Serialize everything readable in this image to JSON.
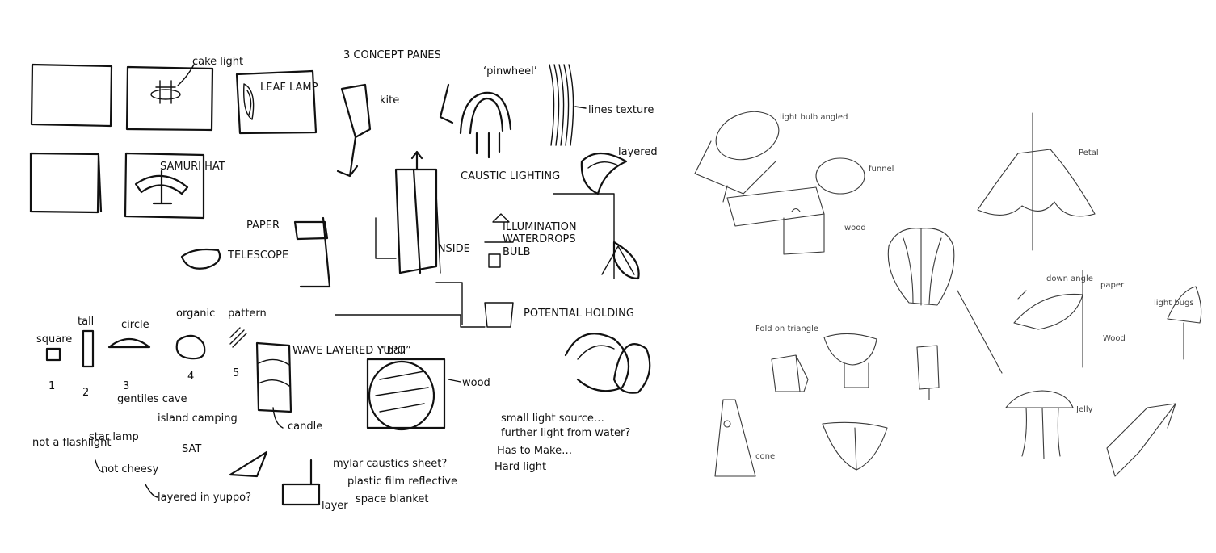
{
  "left_sheet": {
    "labels": {
      "concept_panes": "3 CONCEPT PANES",
      "cake_light": "cake light",
      "leaf_lamp": "LEAF LAMP",
      "samuri_hat": "SAMURI HAT",
      "kite": "kite",
      "pinwheel": "‘pinwheel’",
      "lines_texture": "lines texture",
      "caustic_lighting": "CAUSTIC LIGHTING",
      "layered": "layered",
      "paper": "PAPER",
      "telescope": "TELESCOPE",
      "illumination": "ILLUMINATION",
      "waterdrops": "WATERDROPS",
      "bulb": "BULB",
      "inside": "INSIDE",
      "potential_holding": "POTENTIAL HOLDING",
      "square": "square",
      "tall": "tall",
      "circle": "circle",
      "organic": "organic",
      "pattern": "pattern",
      "wave_layered_yupo": "WAVE LAYERED YUPO",
      "ball": "“ball”",
      "wood": "wood",
      "candle": "candle",
      "gentiles_cave": "gentiles cave",
      "island_camping": "island camping",
      "sat": "SAT",
      "not_a_flashlight": "not a flashlight",
      "star_lamp": "star lamp",
      "not_cheesy": "not cheesy",
      "layered_in_yuppo": "layered in yuppo?",
      "small_light_source": "small light source…",
      "further_light": "further light from water?",
      "mylar_caustics": "mylar caustics sheet?",
      "plastic_film": "plastic film reflective",
      "space_blanket": "space blanket",
      "has_to_make": "Has to Make…",
      "hard_light": "Hard light",
      "layer": "layer"
    },
    "numbers": [
      "1",
      "2",
      "3",
      "4",
      "5"
    ]
  },
  "right_sheet": {
    "labels": {
      "light_bulb_angled": "light bulb angled",
      "funnel": "funnel",
      "wood": "wood",
      "petal": "Petal",
      "down_angle": "down angle",
      "paper": "paper",
      "wood2": "Wood",
      "light_bugs": "light bugs",
      "fold_on_triangle": "Fold on triangle",
      "jelly": "Jelly",
      "cone": "cone"
    }
  }
}
